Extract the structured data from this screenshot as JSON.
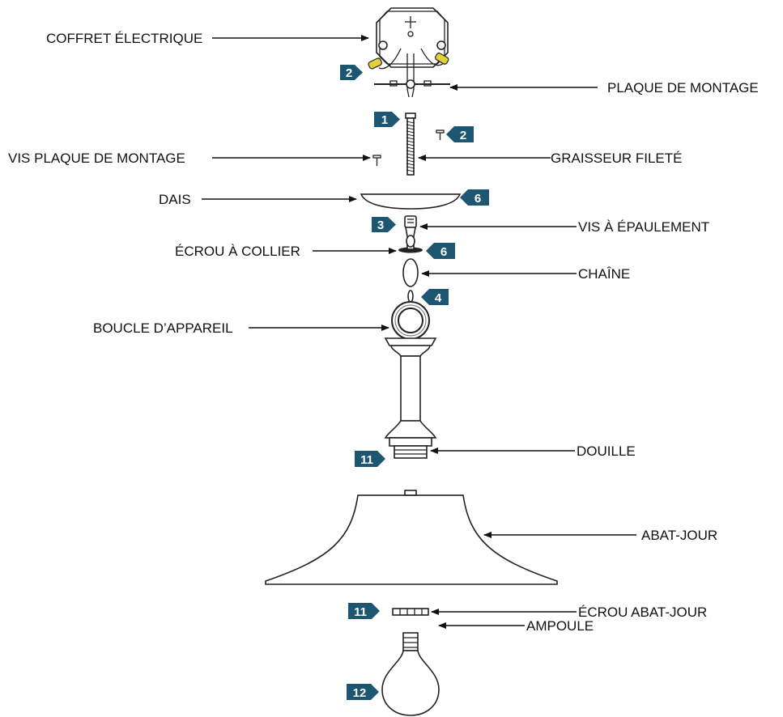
{
  "labels": {
    "electrical_box": "COFFRET ÉLECTRIQUE",
    "mounting_plate": "PLAQUE DE MONTAGE",
    "mounting_plate_screw": "VIS PLAQUE DE MONTAGE",
    "threaded_nipple": "GRAISSEUR FILETÉ",
    "canopy": "DAIS",
    "shoulder_screw": "VIS À ÉPAULEMENT",
    "collar_nut": "ÉCROU À COLLIER",
    "chain": "CHAÎNE",
    "fixture_loop": "BOUCLE D’APPAREIL",
    "socket": "DOUILLE",
    "shade": "ABAT-JOUR",
    "shade_nut": "ÉCROU ABAT-JOUR",
    "bulb": "AMPOULE"
  },
  "steps": {
    "wires": "2",
    "nipple": "1",
    "plate_screw": "2",
    "canopy": "6",
    "shoulder_screw": "3",
    "collar_nut": "6",
    "chain": "4",
    "socket": "11",
    "shade_nut": "11",
    "bulb": "12"
  },
  "colors": {
    "badge": "#1d5670",
    "wire_nut": "#e2d23a",
    "line": "#222222"
  }
}
